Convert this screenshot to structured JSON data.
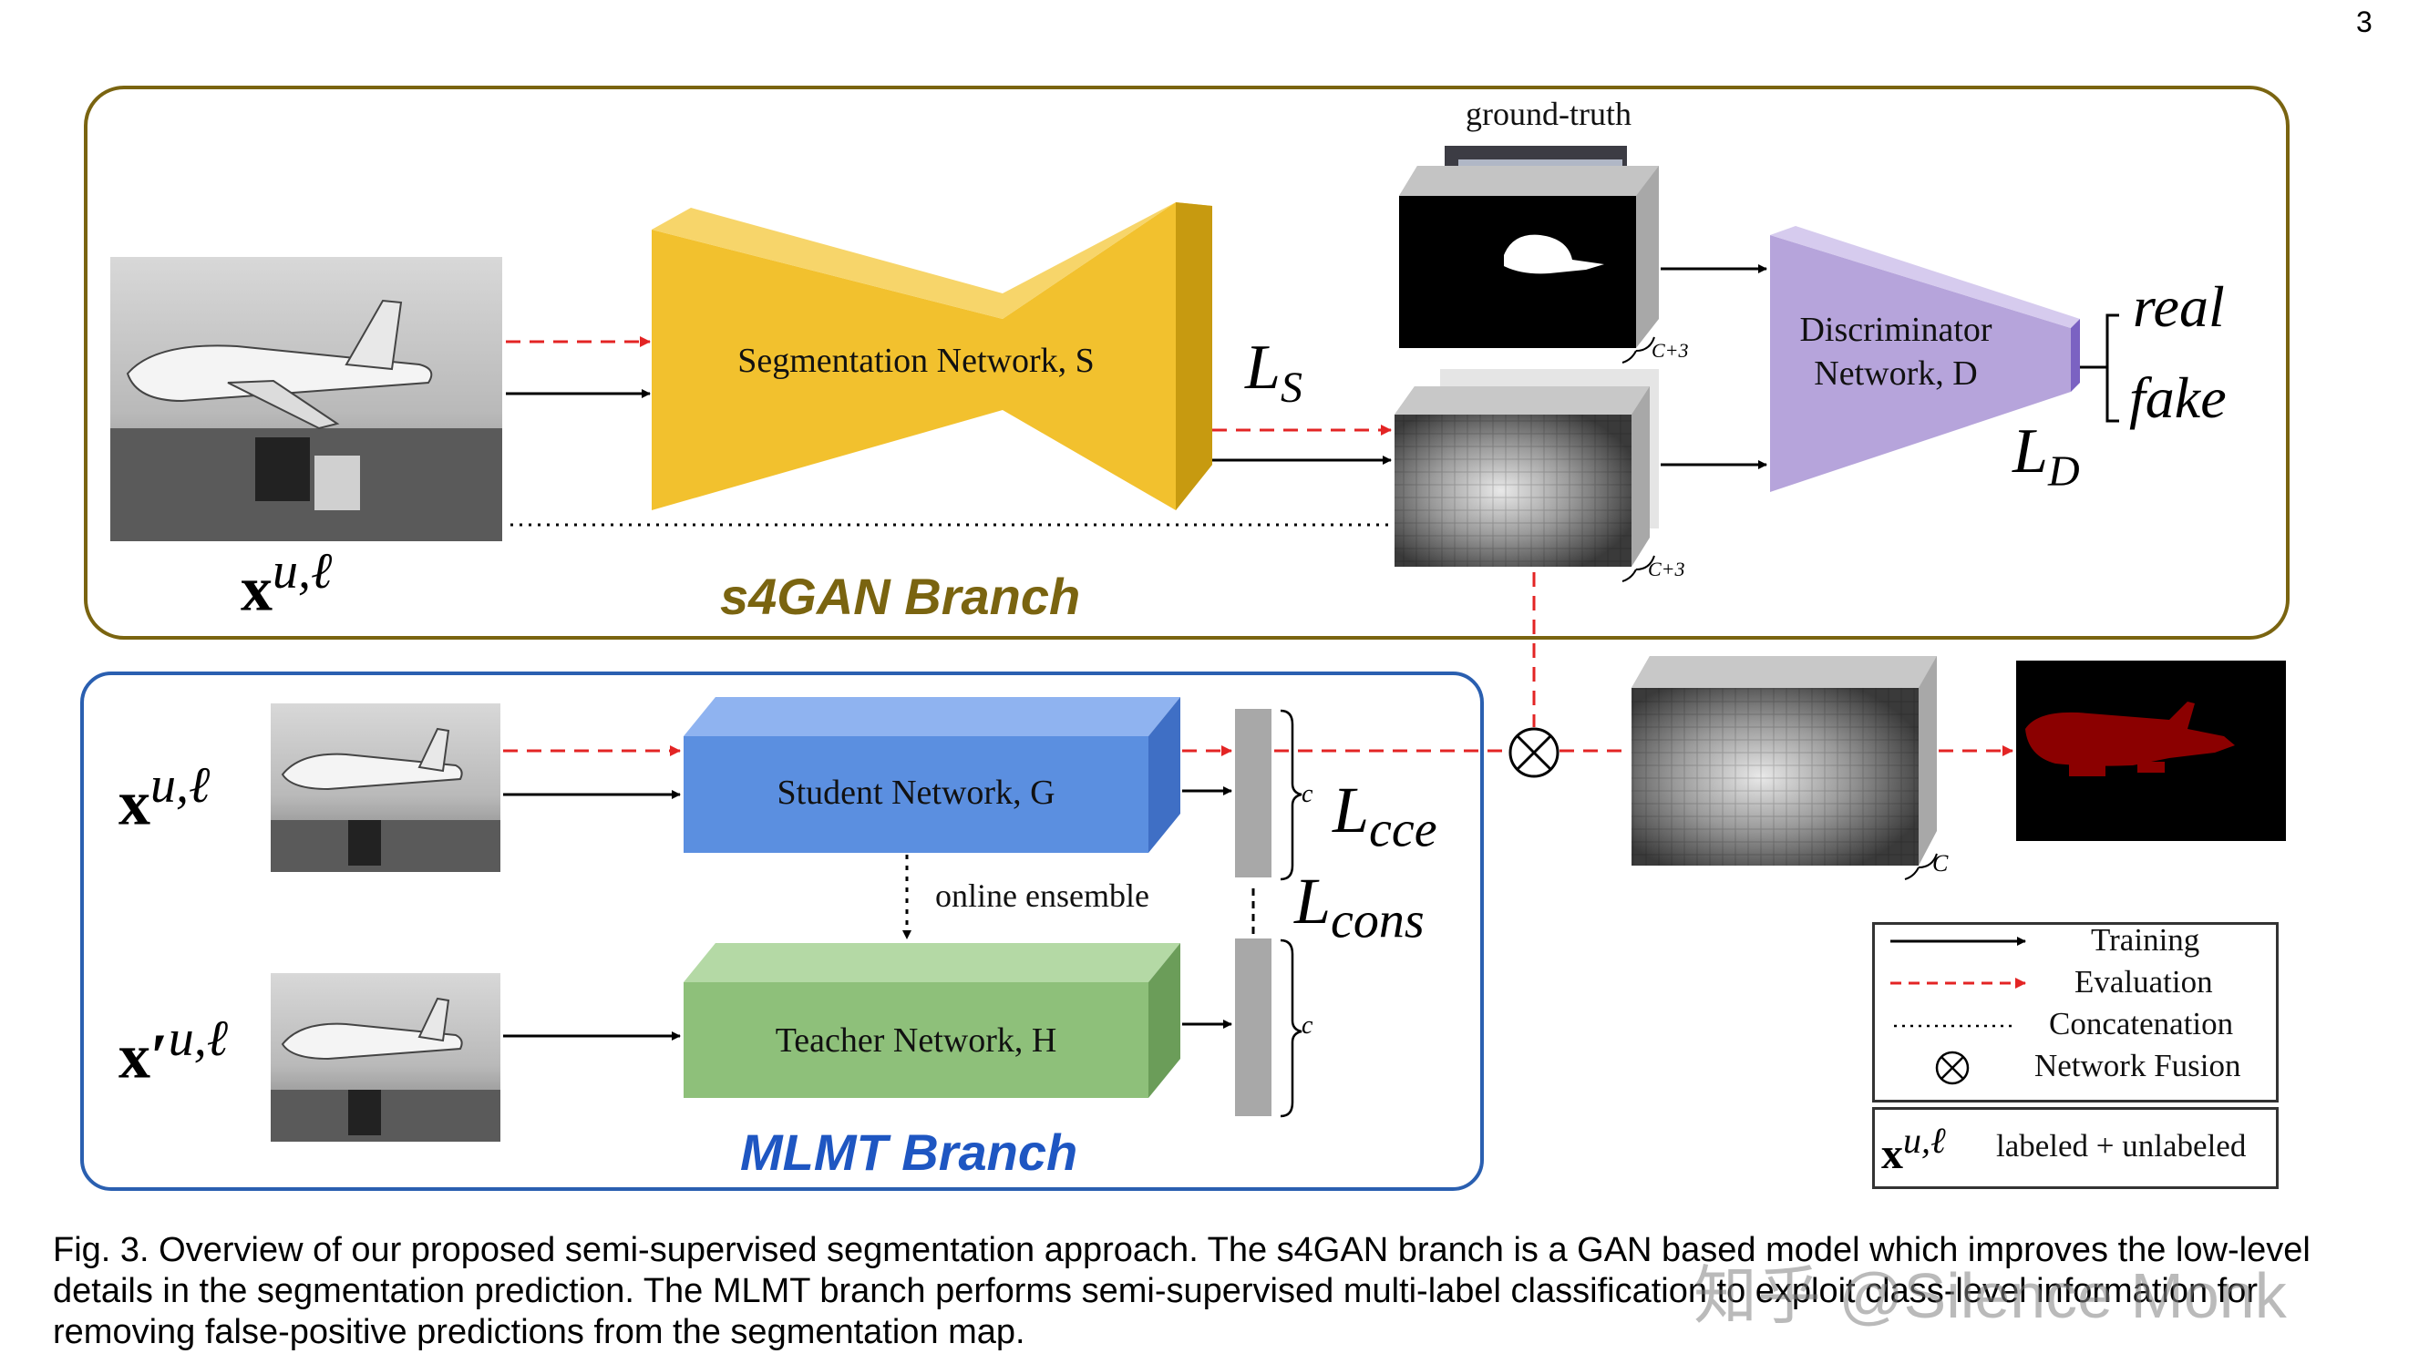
{
  "page_number": "3",
  "branches": {
    "top_title": "s4GAN Branch",
    "bottom_title": "MLMT Branch"
  },
  "networks": {
    "segmentation": "Segmentation Network, S",
    "discriminator_line1": "Discriminator",
    "discriminator_line2": "Network, D",
    "student": "Student Network, G",
    "teacher": "Teacher Network, H"
  },
  "labels": {
    "ground_truth": "ground-truth",
    "online_ensemble": "online ensemble",
    "real": "real",
    "fake": "fake",
    "c_plus_3": "C+3",
    "c": "c",
    "C": "C"
  },
  "math": {
    "x_base": "x",
    "x_prime_base": "x′",
    "x_sup": "u,ℓ",
    "L": "L",
    "S_sub": "S",
    "D_sub": "D",
    "cce_sub": "cce",
    "cons_sub": "cons",
    "otimes": "⊗"
  },
  "legend": {
    "items": [
      {
        "label": "Training"
      },
      {
        "label": "Evaluation"
      },
      {
        "label": "Concatenation"
      },
      {
        "label": "Network Fusion"
      }
    ],
    "labeled_unlabeled": "labeled + unlabeled"
  },
  "caption": {
    "line1": "Fig. 3. Overview of our proposed semi-supervised segmentation approach. The s4GAN branch is a GAN based model which improves the low-level",
    "line2": "details in the segmentation prediction. The MLMT branch performs semi-supervised multi-label classification to exploit class-level information for",
    "line3": "removing false-positive predictions from the segmentation map."
  },
  "watermark": "知乎 @Silence Monk",
  "colors": {
    "s4gan": "#7a6410",
    "mlmt": "#1e56c2",
    "segmentation_net": "#f2c12e",
    "discriminator": "#b6a4db",
    "student": "#5b8fe0",
    "teacher": "#8ec07a",
    "evaluation_arrow": "#e32424",
    "prediction_red": "#8b0000"
  }
}
